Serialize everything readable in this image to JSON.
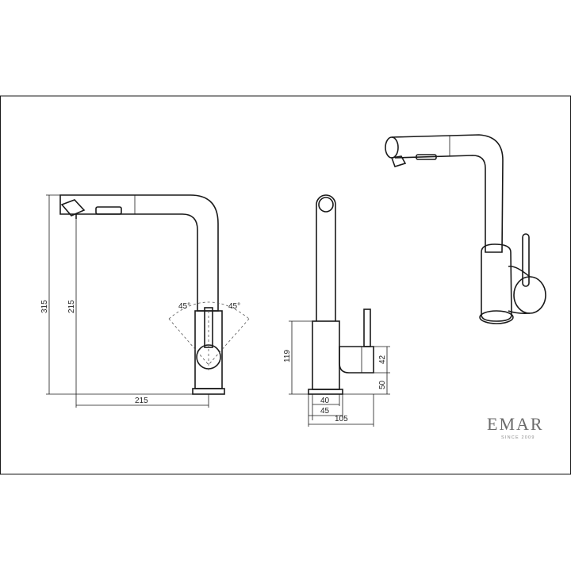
{
  "drawing": {
    "front_view": {
      "height_total": "315",
      "height_spout": "215",
      "reach": "215",
      "angle_left": "45°",
      "angle_right": "45°"
    },
    "side_view": {
      "height_body": "119",
      "base_diameter": "40",
      "body_diameter": "45",
      "depth_total": "105",
      "handle_height": "42",
      "handle_offset": "50"
    }
  },
  "brand": {
    "name": "EMAR",
    "tagline": "SINCE 2009",
    "color": "#6b6b6b"
  }
}
